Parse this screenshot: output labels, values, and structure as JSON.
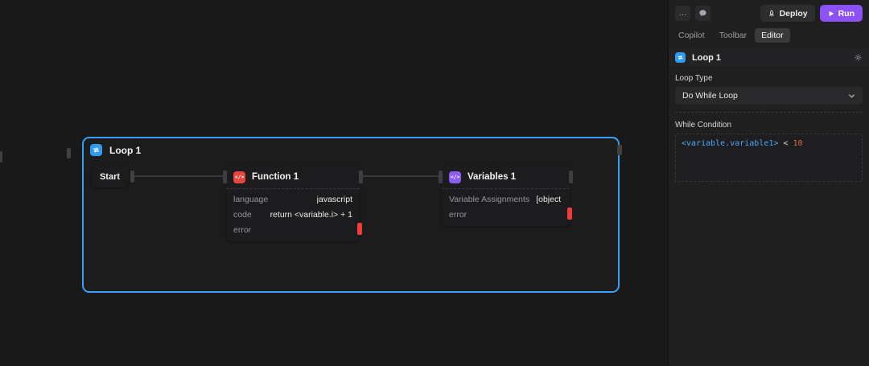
{
  "topbar": {
    "more": "…",
    "deploy": "Deploy",
    "run": "Run"
  },
  "tabs": {
    "copilot": "Copilot",
    "toolbar": "Toolbar",
    "editor": "Editor"
  },
  "inspector": {
    "node_title": "Loop 1",
    "loop_type": {
      "label": "Loop Type",
      "value": "Do While Loop"
    },
    "while_condition": {
      "label": "While Condition",
      "expr": "<variable.variable1>",
      "operator": "<",
      "value": "10"
    }
  },
  "canvas": {
    "loop_group": {
      "title": "Loop 1"
    },
    "start_node": {
      "label": "Start"
    },
    "function_node": {
      "title": "Function 1",
      "icon_glyph": "</>",
      "rows": [
        {
          "key": "language",
          "value": "javascript"
        },
        {
          "key": "code",
          "value": "return <variable.i> + 1"
        },
        {
          "key": "error",
          "value": ""
        }
      ]
    },
    "variables_node": {
      "title": "Variables 1",
      "icon_glyph": "</>",
      "rows": [
        {
          "key": "Variable Assignments",
          "value": "[object Obje…"
        },
        {
          "key": "error",
          "value": ""
        }
      ]
    }
  },
  "colors": {
    "accent_blue": "#2E9BF0",
    "loop_border": "#3B9EF7",
    "run_purple": "#8C52F5",
    "function_red": "#E8453C",
    "variables_purple": "#8B5CF6",
    "error_red": "#F23B3B",
    "code_var_blue": "#4FA8F8",
    "code_num_orange": "#DE6A45"
  }
}
